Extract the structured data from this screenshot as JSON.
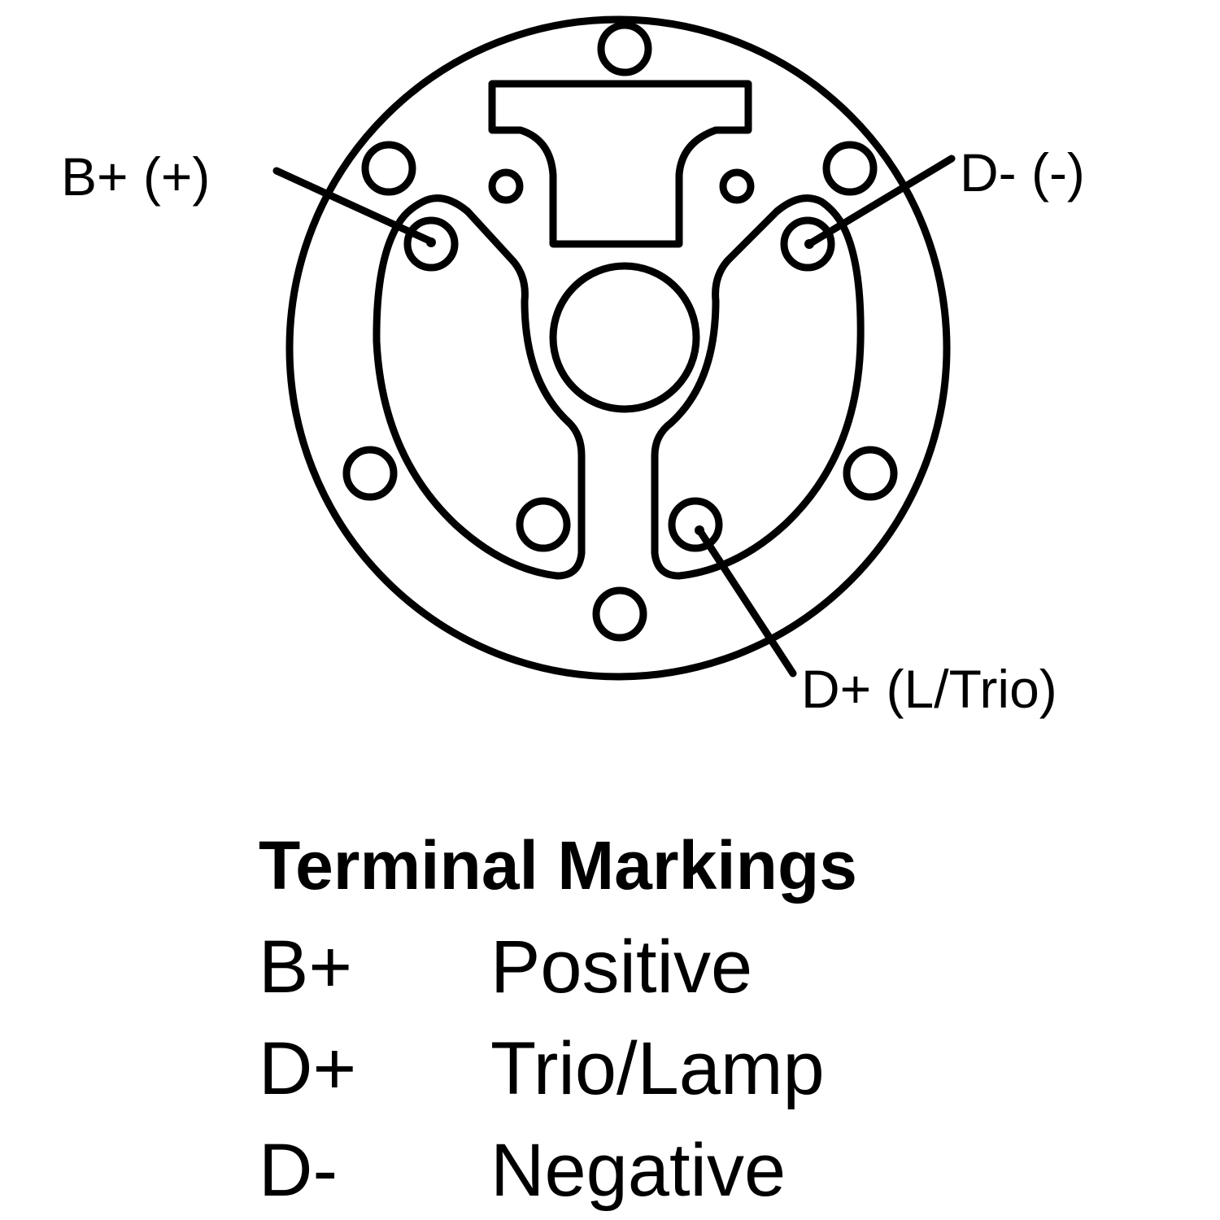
{
  "diagram": {
    "labels": {
      "b_plus": "B+ (+)",
      "d_minus": "D- (-)",
      "d_plus": "D+ (L/Trio)"
    }
  },
  "legend": {
    "title": "Terminal Markings",
    "rows": [
      {
        "code": "B+",
        "meaning": "Positive"
      },
      {
        "code": "D+",
        "meaning": "Trio/Lamp"
      },
      {
        "code": "D-",
        "meaning": "Negative"
      }
    ]
  },
  "colors": {
    "line": "#000000",
    "background": "#ffffff"
  }
}
